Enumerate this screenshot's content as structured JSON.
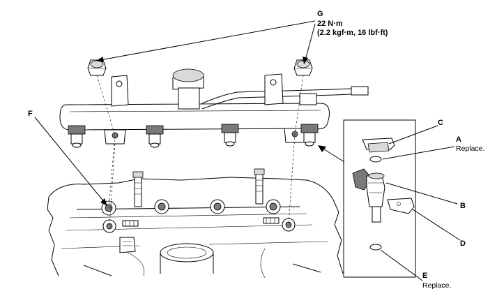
{
  "labels": {
    "g": "G",
    "g_torque_1": "22 N·m",
    "g_torque_2": "(2.2 kgf·m, 16 lbf·ft)",
    "f": "F",
    "c": "C",
    "a": "A",
    "a_note": "Replace.",
    "b": "B",
    "d": "D",
    "e": "E",
    "e_note": "Replace."
  }
}
